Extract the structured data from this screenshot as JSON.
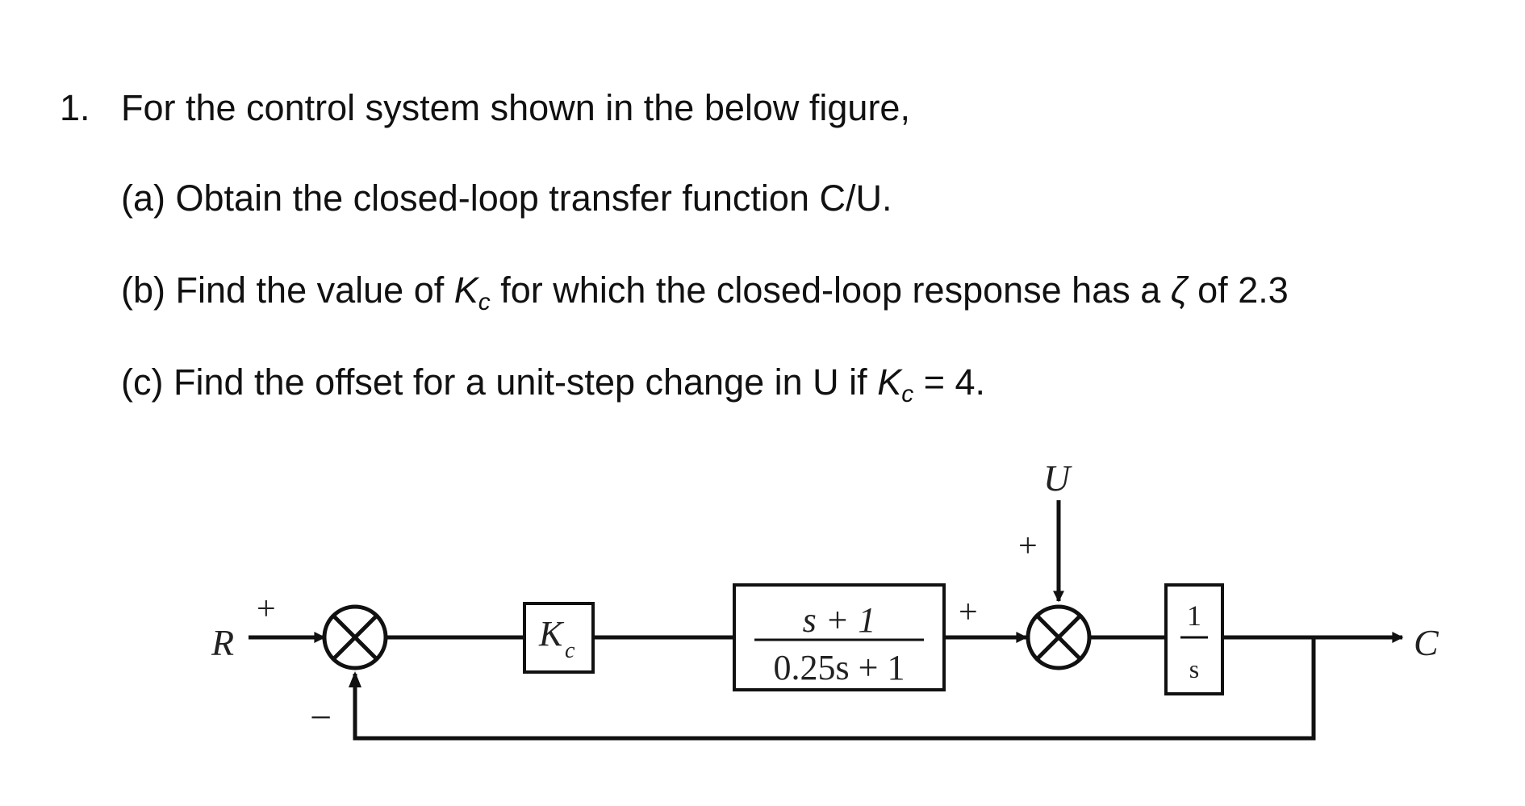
{
  "question": {
    "number": "1.",
    "intro": "For the control system shown in the below figure,",
    "part_a": {
      "label": "(a)",
      "text": "Obtain the closed-loop transfer function C/U."
    },
    "part_b": {
      "label": "(b)",
      "pre": "Find the value of",
      "k_symbol": "K",
      "k_sub": "c",
      "mid": "for which the closed-loop response has a",
      "zeta": "ζ",
      "post": "of 2.3"
    },
    "part_c": {
      "label": "(c)",
      "pre": "Find the offset for a unit-step change in U if",
      "k_symbol": "K",
      "k_sub": "c",
      "post": "= 4."
    }
  },
  "diagram": {
    "input_label": "R",
    "output_label": "C",
    "disturbance_label": "U",
    "sum1": {
      "top_sign": "+",
      "bottom_sign": "−"
    },
    "sum2": {
      "left_sign": "+",
      "top_sign": "+"
    },
    "controller": {
      "symbol": "K",
      "sub": "c"
    },
    "process": {
      "numerator": "s + 1",
      "denominator": "0.25s + 1"
    },
    "integrator": {
      "numerator": "1",
      "denominator": "s"
    },
    "line_color": "#111111"
  }
}
